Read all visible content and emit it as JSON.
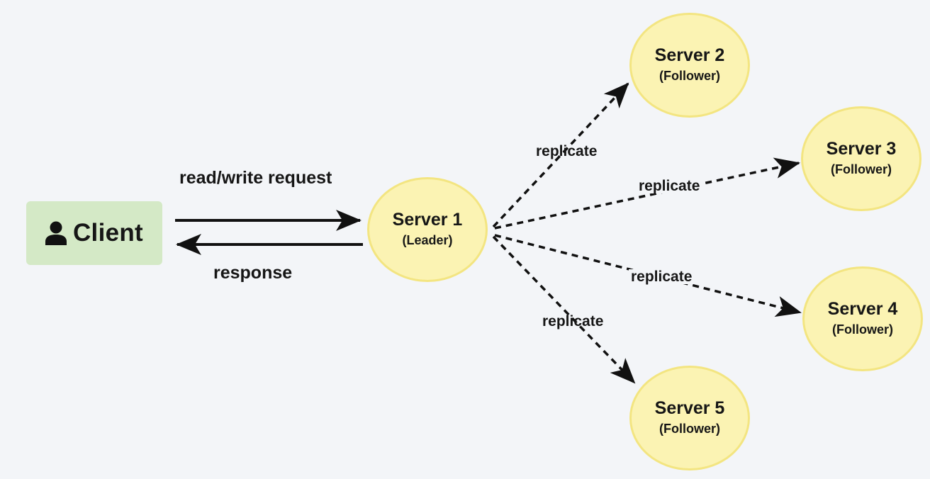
{
  "client": {
    "label": "Client",
    "icon": "user-icon"
  },
  "flows": {
    "request_label": "read/write request",
    "response_label": "response",
    "replicate_label": "replicate"
  },
  "servers": [
    {
      "name": "Server 1",
      "role": "(Leader)"
    },
    {
      "name": "Server 2",
      "role": "(Follower)"
    },
    {
      "name": "Server 3",
      "role": "(Follower)"
    },
    {
      "name": "Server 4",
      "role": "(Follower)"
    },
    {
      "name": "Server 5",
      "role": "(Follower)"
    }
  ],
  "colors": {
    "background": "#f3f5f8",
    "client_fill": "#d4e9c6",
    "server_fill": "#fbf3b3",
    "server_border": "#f3e581",
    "line": "#111111"
  }
}
